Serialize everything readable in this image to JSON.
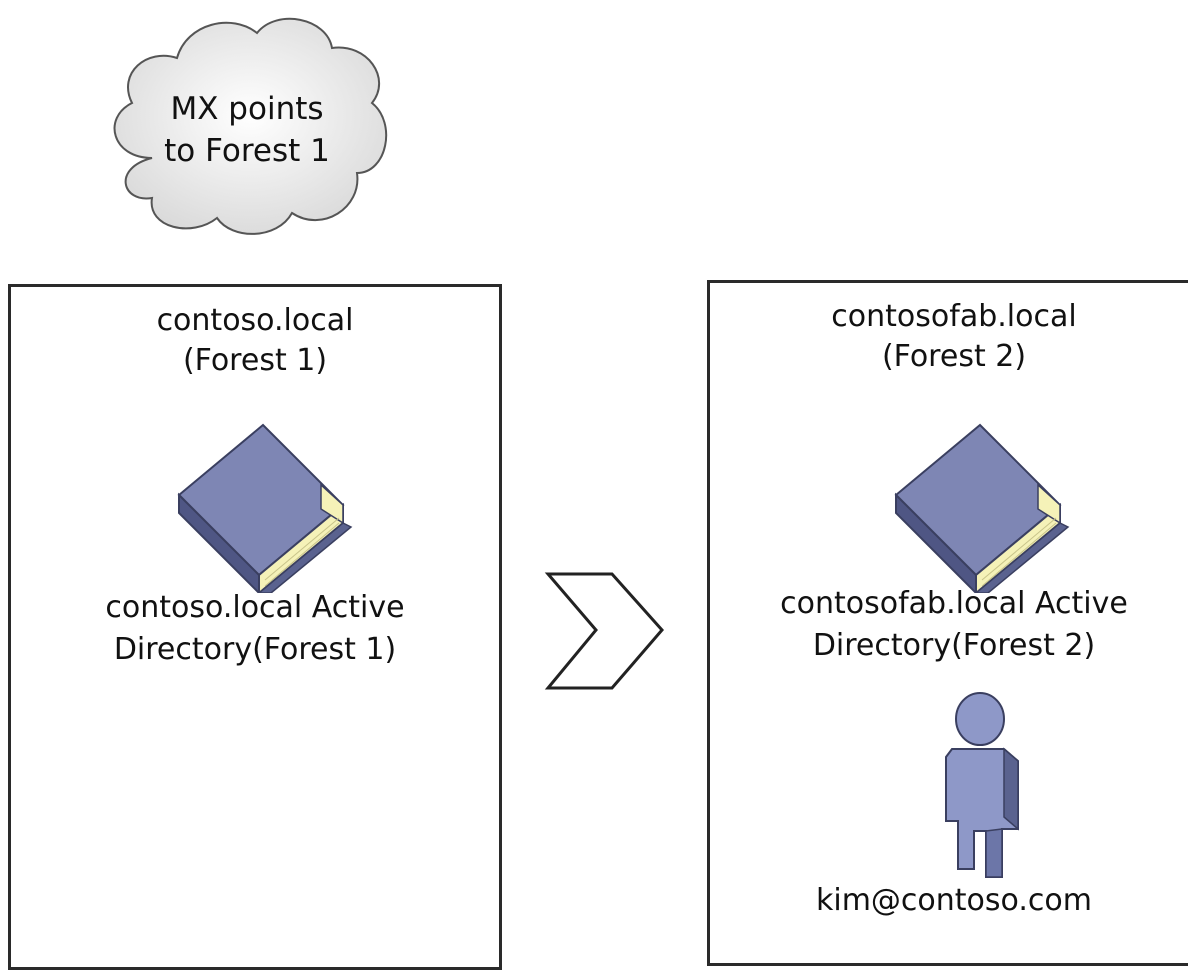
{
  "cloud": {
    "line1": "MX points",
    "line2": "to Forest 1"
  },
  "forest1": {
    "title_line1": "contoso.local",
    "title_line2": "(Forest 1)",
    "ad_line1": "contoso.local Active",
    "ad_line2": "Directory(Forest 1)"
  },
  "forest2": {
    "title_line1": "contosofab.local",
    "title_line2": "(Forest 2)",
    "ad_line1": "contosofab.local Active",
    "ad_line2": "Directory(Forest 2)",
    "user": "kim@contoso.com"
  },
  "colors": {
    "book_cover": "#7e86b4",
    "book_spine": "#5a628f",
    "book_pages": "#f5f2b8",
    "person_body": "#8e98c8",
    "cloud_fill": "#ececec",
    "border": "#2a2a2a"
  }
}
